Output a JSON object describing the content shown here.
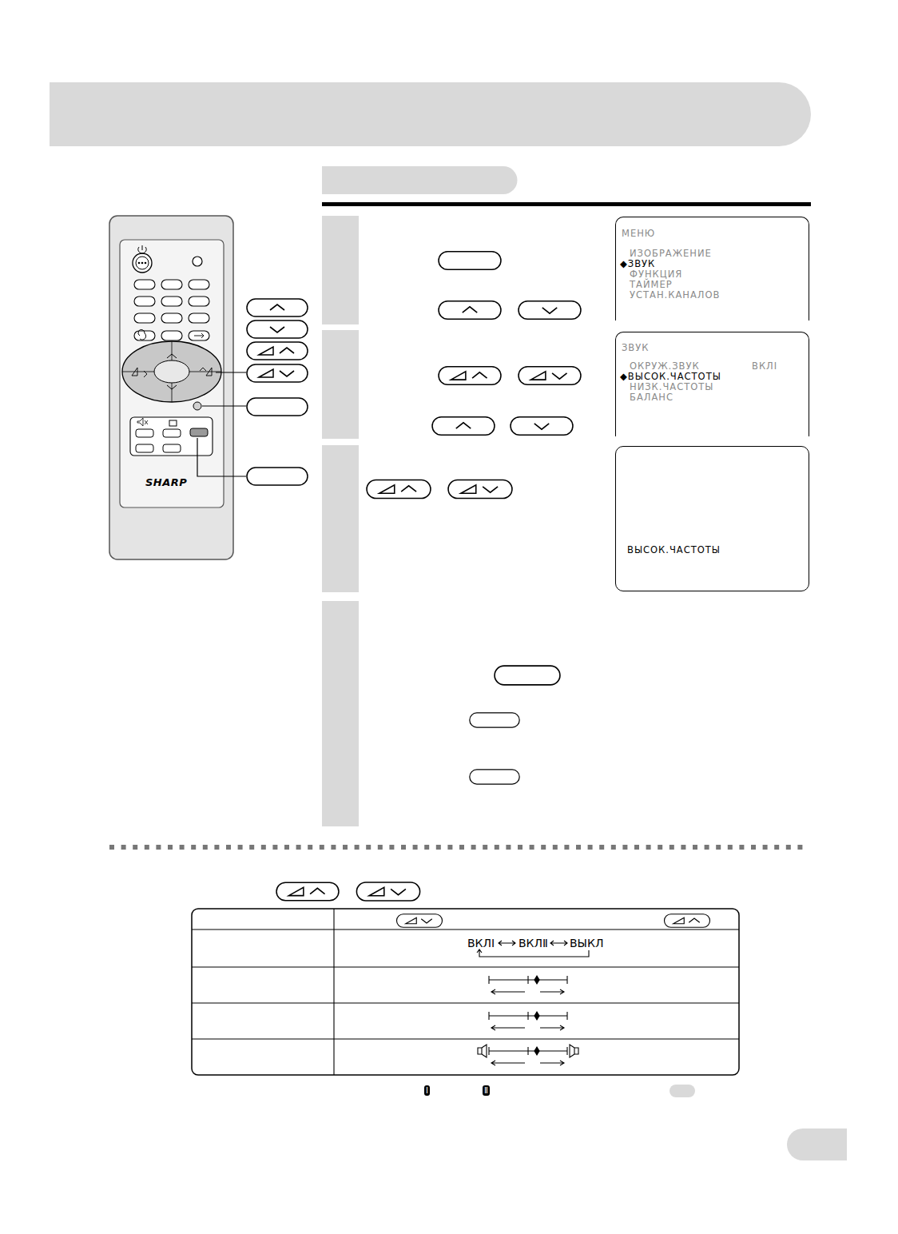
{
  "diagram": {
    "nodes": [
      {
        "text": [
          "МЕНЮ",
          "ИЗОБРАЖЕНИЕ",
          "◆ЗВУК",
          "ФУНКЦИЯ",
          "ТАЙМЕР",
          "УСТАН.КАНАЛОВ"
        ]
      },
      {
        "text": [
          "ЗВУК",
          "ОКРУЖ.ЗВУК",
          "ВКЛⅠ",
          "◆ВЫСОК.ЧАСТОТЫ",
          "НИЗК.ЧАСТОТЫ",
          "БАЛАНС"
        ]
      },
      {
        "text": [
          "ВЫСОК.ЧАСТОТЫ"
        ]
      }
    ],
    "labels": [
      "SHARP",
      "ВКЛⅠ",
      "ВКЛⅡ",
      "ВЫКЛ",
      "Ⅰ",
      "Ⅱ"
    ]
  }
}
